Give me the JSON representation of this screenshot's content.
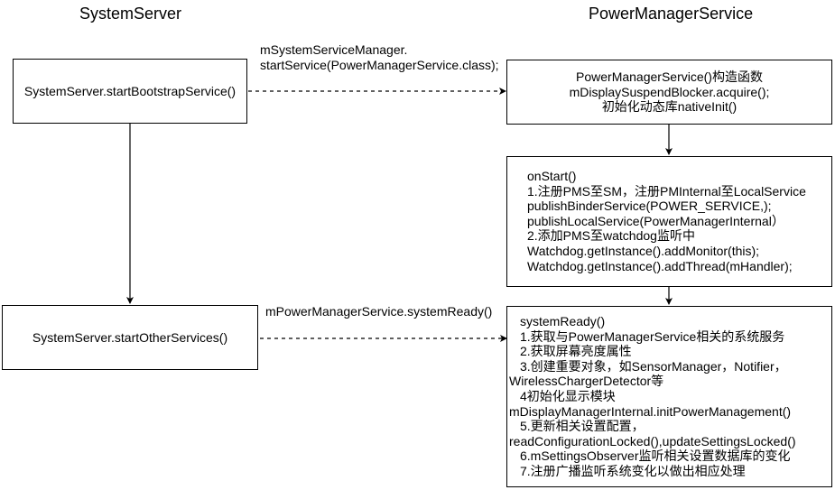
{
  "headers": {
    "left": "SystemServer",
    "right": "PowerManagerService"
  },
  "nodes": {
    "bootstrap": {
      "label": "SystemServer.startBootstrapService()"
    },
    "other": {
      "label": "SystemServer.startOtherServices()"
    },
    "constructor": {
      "lines": [
        "PowerManagerService()构造函数",
        "mDisplaySuspendBlocker.acquire();",
        "初始化动态库nativeInit()"
      ]
    },
    "onstart": {
      "lines": [
        "onStart()",
        "1.注册PMS至SM，注册PMInternal至LocalService",
        "publishBinderService(POWER_SERVICE,);",
        "publishLocalService(PowerManagerInternal）",
        "2.添加PMS至watchdog监听中",
        "Watchdog.getInstance().addMonitor(this);",
        "Watchdog.getInstance().addThread(mHandler);"
      ]
    },
    "systemready": {
      "lines": [
        "systemReady()",
        "1.获取与PowerManagerService相关的系统服务",
        "2.获取屏幕亮度属性",
        "3.创建重要对象，如SensorManager，Notifier，",
        "WirelessChargerDetector等",
        "4初始化显示模块",
        "mDisplayManagerInternal.initPowerManagement()",
        "5.更新相关设置配置，",
        "readConfigurationLocked(),updateSettingsLocked()",
        "6.mSettingsObserver监听相关设置数据库的变化",
        "7.注册广播监听系统变化以做出相应处理"
      ]
    }
  },
  "edges": {
    "start_service": {
      "lines": [
        "mSystemServiceManager.",
        "startService(PowerManagerService.class);"
      ]
    },
    "system_ready": {
      "lines": [
        "mPowerManagerService.systemReady()"
      ]
    }
  }
}
